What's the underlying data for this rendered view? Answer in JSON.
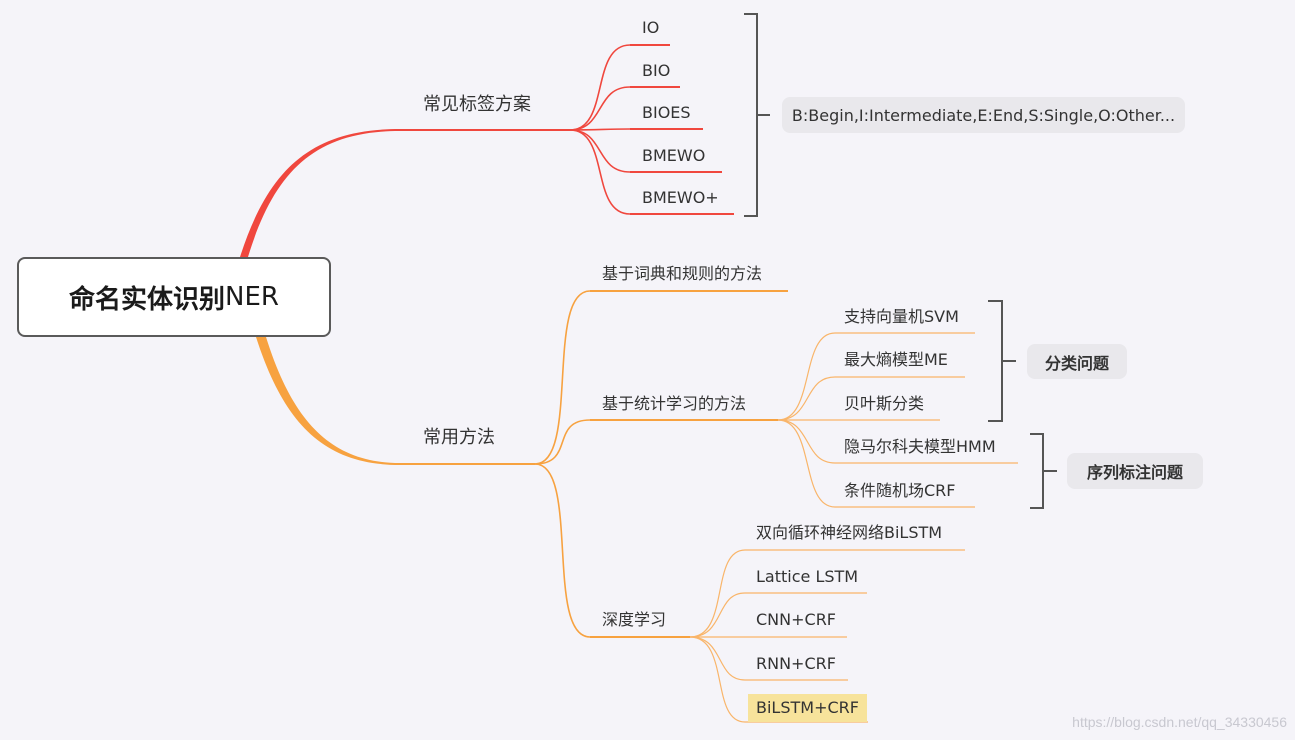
{
  "root": {
    "title_bold": "命名实体识别",
    "title_rest": "NER"
  },
  "branch_tags": {
    "label": "常见标签方案",
    "children": [
      "IO",
      "BIO",
      "BIOES",
      "BMEWO",
      "BMEWO+"
    ],
    "summary": "B:Begin,I:Intermediate,E:End,S:Single,O:Other..."
  },
  "branch_methods": {
    "label": "常用方法",
    "dict_rule": "基于词典和规则的方法",
    "statistical": {
      "label": "基于统计学习的方法",
      "classification": [
        "支持向量机SVM",
        "最大熵模型ME",
        "贝叶斯分类"
      ],
      "classification_summary": "分类问题",
      "sequence": [
        "隐马尔科夫模型HMM",
        "条件随机场CRF"
      ],
      "sequence_summary": "序列标注问题"
    },
    "deep": {
      "label": "深度学习",
      "children": [
        "双向循环神经网络BiLSTM",
        "Lattice LSTM",
        "CNN+CRF",
        "RNN+CRF",
        "BiLSTM+CRF"
      ]
    }
  },
  "colors": {
    "red": "#f0473e",
    "orange": "#f7a240",
    "orange_light": "#f9b56a",
    "bracket": "#555555",
    "highlight": "#f7e39b"
  },
  "watermark": "https://blog.csdn.net/qq_34330456"
}
